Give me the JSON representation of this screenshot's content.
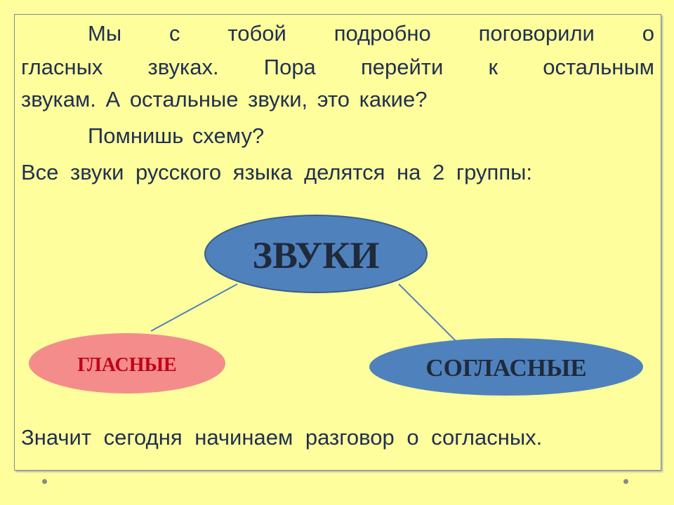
{
  "paragraph1": {
    "line1": "Мы с тобой подробно поговорили о",
    "line2": "гласных звуках. Пора перейти к остальным",
    "line3": "звукам. А остальные звуки, это какие?"
  },
  "question": "Помнишь схему?",
  "groups_intro": "Все звуки русского языка делятся на 2 группы:",
  "diagram": {
    "root": "ЗВУКИ",
    "left": "ГЛАСНЫЕ",
    "right": "СОГЛАСНЫЕ",
    "colors": {
      "blue": "#4f81bd",
      "pink": "#f48c8c",
      "red_text": "#c00018"
    }
  },
  "conclusion": "Значит сегодня начинаем разговор о согласных."
}
